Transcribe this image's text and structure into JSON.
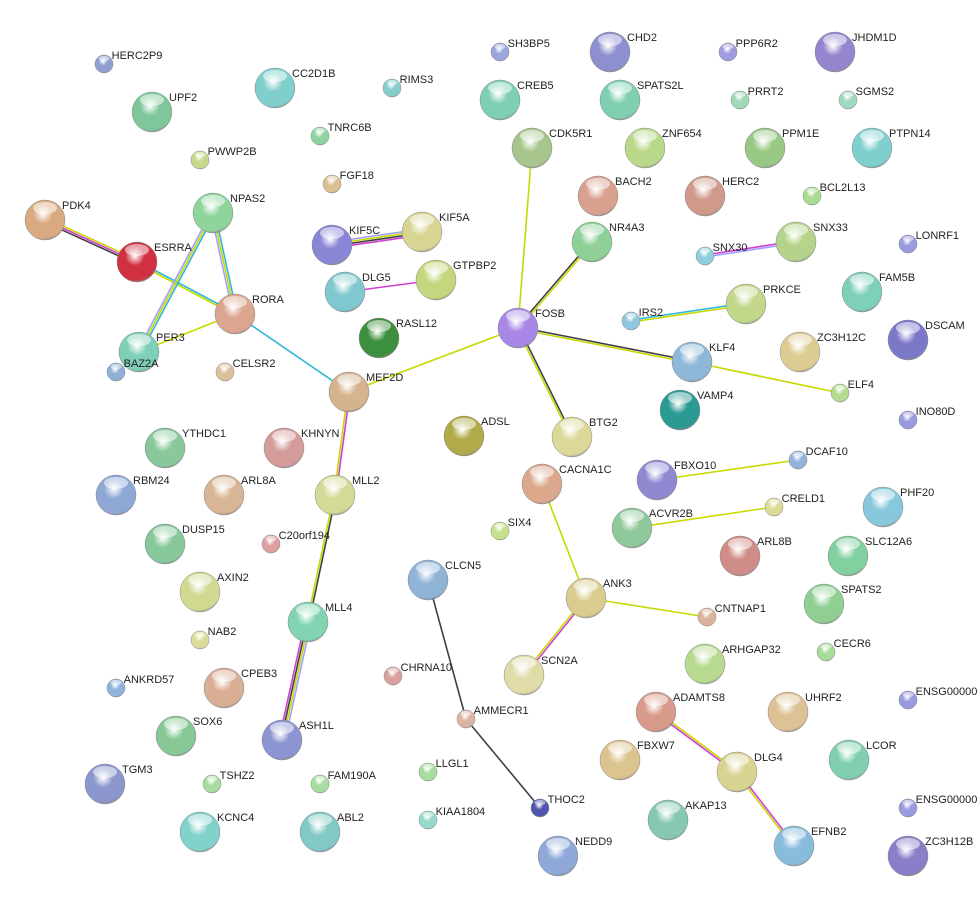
{
  "nodes": [
    {
      "label": "HERC2P9",
      "color": "#8f9fcf"
    },
    {
      "label": "UPF2",
      "color": "#7fc79a"
    },
    {
      "label": "CC2D1B",
      "color": "#7fcfcc"
    },
    {
      "label": "RIMS3",
      "color": "#86cdcc"
    },
    {
      "label": "TNRC6B",
      "color": "#8fd3a0"
    },
    {
      "label": "PWWP2B",
      "color": "#c6da8c"
    },
    {
      "label": "FGF18",
      "color": "#d9c08f"
    },
    {
      "label": "SH3BP5",
      "color": "#9aa6dc"
    },
    {
      "label": "CREB5",
      "color": "#7fcfb2"
    },
    {
      "label": "CHD2",
      "color": "#8d8fd0"
    },
    {
      "label": "SPATS2L",
      "color": "#7fcfb0"
    },
    {
      "label": "PPP6R2",
      "color": "#a09ce0"
    },
    {
      "label": "JHDM1D",
      "color": "#9585cf"
    },
    {
      "label": "PRRT2",
      "color": "#9fd9b5"
    },
    {
      "label": "SGMS2",
      "color": "#9fd9c0"
    },
    {
      "label": "CDK5R1",
      "color": "#a7c58c"
    },
    {
      "label": "ZNF654",
      "color": "#b9d88a"
    },
    {
      "label": "PPM1E",
      "color": "#98c884"
    },
    {
      "label": "PTPN14",
      "color": "#7fcfcc"
    },
    {
      "label": "BACH2",
      "color": "#d8a08f"
    },
    {
      "label": "HERC2",
      "color": "#d09a8a"
    },
    {
      "label": "BCL2L13",
      "color": "#a8dc90"
    },
    {
      "label": "PDK4",
      "color": "#d9a982"
    },
    {
      "label": "ESRRA",
      "color": "#d0303f"
    },
    {
      "label": "NPAS2",
      "color": "#8fd49a"
    },
    {
      "label": "KIF5C",
      "color": "#8a86d6"
    },
    {
      "label": "KIF5A",
      "color": "#d8d592"
    },
    {
      "label": "GTPBP2",
      "color": "#c4d77e"
    },
    {
      "label": "DLG5",
      "color": "#7fc8cf"
    },
    {
      "label": "NR4A3",
      "color": "#8fd098"
    },
    {
      "label": "SNX33",
      "color": "#b5d38a"
    },
    {
      "label": "SNX30",
      "color": "#8fcfdc"
    },
    {
      "label": "LONRF1",
      "color": "#9a9ae0"
    },
    {
      "label": "RORA",
      "color": "#dba58f"
    },
    {
      "label": "PER3",
      "color": "#7fcfb8"
    },
    {
      "label": "RASL12",
      "color": "#3c8f3c"
    },
    {
      "label": "FOSB",
      "color": "#a887e6"
    },
    {
      "label": "IRS2",
      "color": "#8fc8df"
    },
    {
      "label": "PRKCE",
      "color": "#c3d78a"
    },
    {
      "label": "FAM5B",
      "color": "#7fd0bb"
    },
    {
      "label": "DSCAM",
      "color": "#7c78c8"
    },
    {
      "label": "ZC3H12C",
      "color": "#dccb93"
    },
    {
      "label": "KLF4",
      "color": "#8fb8d8"
    },
    {
      "label": "BAZ2A",
      "color": "#8fb1d6"
    },
    {
      "label": "CELSR2",
      "color": "#dcc09a"
    },
    {
      "label": "MEF2D",
      "color": "#d5b38e"
    },
    {
      "label": "ELF4",
      "color": "#b6da90"
    },
    {
      "label": "VAMP4",
      "color": "#2a9a92"
    },
    {
      "label": "ADSL",
      "color": "#b0aa48"
    },
    {
      "label": "BTG2",
      "color": "#dcd898"
    },
    {
      "label": "YTHDC1",
      "color": "#88c89a"
    },
    {
      "label": "KHNYN",
      "color": "#d49c98"
    },
    {
      "label": "INO80D",
      "color": "#9a9ae0"
    },
    {
      "label": "DCAF10",
      "color": "#92b4dc"
    },
    {
      "label": "RBM24",
      "color": "#8fa8d6"
    },
    {
      "label": "ARL8A",
      "color": "#d8b594"
    },
    {
      "label": "MLL2",
      "color": "#d4da96"
    },
    {
      "label": "CACNA1C",
      "color": "#dca88c"
    },
    {
      "label": "FBXO10",
      "color": "#8f89d2"
    },
    {
      "label": "CRELD1",
      "color": "#dcdc98"
    },
    {
      "label": "PHF20",
      "color": "#88c8dc"
    },
    {
      "label": "C20orf194",
      "color": "#e0a0a0"
    },
    {
      "label": "DUSP15",
      "color": "#86c89a"
    },
    {
      "label": "SIX4",
      "color": "#c7e08e"
    },
    {
      "label": "ACVR2B",
      "color": "#8fc89a"
    },
    {
      "label": "ARL8B",
      "color": "#d08d88"
    },
    {
      "label": "SLC12A6",
      "color": "#82cfa0"
    },
    {
      "label": "AXIN2",
      "color": "#d1d890"
    },
    {
      "label": "CLCN5",
      "color": "#8fb4d6"
    },
    {
      "label": "ANK3",
      "color": "#d9cc8f"
    },
    {
      "label": "SPATS2",
      "color": "#8fcf92"
    },
    {
      "label": "MLL4",
      "color": "#82d4b2"
    },
    {
      "label": "CNTNAP1",
      "color": "#dcb29c"
    },
    {
      "label": "NAB2",
      "color": "#dcdc98"
    },
    {
      "label": "ARHGAP32",
      "color": "#b7d990"
    },
    {
      "label": "CECR6",
      "color": "#a8dc98"
    },
    {
      "label": "CHRNA10",
      "color": "#dca0a0"
    },
    {
      "label": "SCN2A",
      "color": "#e0dca8"
    },
    {
      "label": "ANKRD57",
      "color": "#92b4dc"
    },
    {
      "label": "CPEB3",
      "color": "#d9ae94"
    },
    {
      "label": "ADAMTS8",
      "color": "#d89a8a"
    },
    {
      "label": "UHRF2",
      "color": "#dcc294"
    },
    {
      "label": "ENSG00000",
      "color": "#9a9ae0"
    },
    {
      "label": "AMMECR1",
      "color": "#dcb4a4"
    },
    {
      "label": "SOX6",
      "color": "#88c896"
    },
    {
      "label": "ASH1L",
      "color": "#8c94d2"
    },
    {
      "label": "FBXW7",
      "color": "#dcc48f"
    },
    {
      "label": "LCOR",
      "color": "#82cfb0"
    },
    {
      "label": "DLG4",
      "color": "#d9d392"
    },
    {
      "label": "TGM3",
      "color": "#8a96cc"
    },
    {
      "label": "TSHZ2",
      "color": "#a8dca0"
    },
    {
      "label": "FAM190A",
      "color": "#a8dca0"
    },
    {
      "label": "LLGL1",
      "color": "#a8dca0"
    },
    {
      "label": "THOC2",
      "color": "#5056b0"
    },
    {
      "label": "ENSG00000",
      "color": "#9a9ae0"
    },
    {
      "label": "KCNC4",
      "color": "#82d2cc"
    },
    {
      "label": "ABL2",
      "color": "#82c8c4"
    },
    {
      "label": "KIAA1804",
      "color": "#96d8cc"
    },
    {
      "label": "AKAP13",
      "color": "#86c8b4"
    },
    {
      "label": "NEDD9",
      "color": "#8fa8d8"
    },
    {
      "label": "EFNB2",
      "color": "#88bcdc"
    },
    {
      "label": "ZC3H12B",
      "color": "#8a7ec8"
    }
  ],
  "edges": [
    {
      "a": "PDK4",
      "b": "ESRRA",
      "colors": [
        "#c8d800",
        "#d040d0",
        "#404040"
      ]
    },
    {
      "a": "ESRRA",
      "b": "RORA",
      "colors": [
        "#30b8d8",
        "#c8d800"
      ]
    },
    {
      "a": "NPAS2",
      "b": "RORA",
      "colors": [
        "#30b8d8",
        "#c8d800",
        "#a0a0ff"
      ]
    },
    {
      "a": "NPAS2",
      "b": "PER3",
      "colors": [
        "#30b8d8",
        "#c8d800",
        "#a0a0ff"
      ]
    },
    {
      "a": "PER3",
      "b": "RORA",
      "colors": [
        "#c8d800"
      ]
    },
    {
      "a": "RORA",
      "b": "MEF2D",
      "colors": [
        "#30b8d8"
      ]
    },
    {
      "a": "KIF5C",
      "b": "KIF5A",
      "colors": [
        "#a0a0ff",
        "#c8d800",
        "#404040",
        "#d040d0"
      ]
    },
    {
      "a": "DLG5",
      "b": "GTPBP2",
      "colors": [
        "#d040d0"
      ]
    },
    {
      "a": "MEF2D",
      "b": "FOSB",
      "colors": [
        "#c8d800"
      ]
    },
    {
      "a": "MEF2D",
      "b": "MLL2",
      "colors": [
        "#d040d0",
        "#c8d800"
      ]
    },
    {
      "a": "MLL2",
      "b": "MLL4",
      "colors": [
        "#404040",
        "#c8d800"
      ]
    },
    {
      "a": "MLL4",
      "b": "ASH1L",
      "colors": [
        "#a0a0ff",
        "#c8d800",
        "#404040",
        "#d040d0"
      ]
    },
    {
      "a": "FOSB",
      "b": "CDK5R1",
      "colors": [
        "#c8d800"
      ]
    },
    {
      "a": "FOSB",
      "b": "NR4A3",
      "colors": [
        "#404040",
        "#c8d800"
      ]
    },
    {
      "a": "FOSB",
      "b": "BTG2",
      "colors": [
        "#404040",
        "#c8d800"
      ]
    },
    {
      "a": "FOSB",
      "b": "KLF4",
      "colors": [
        "#404040",
        "#c8d800"
      ]
    },
    {
      "a": "KLF4",
      "b": "ELF4",
      "colors": [
        "#c8d800"
      ]
    },
    {
      "a": "SNX30",
      "b": "SNX33",
      "colors": [
        "#d040d0",
        "#a0a0ff"
      ]
    },
    {
      "a": "IRS2",
      "b": "PRKCE",
      "colors": [
        "#30b8d8",
        "#c8d800"
      ]
    },
    {
      "a": "FBXO10",
      "b": "DCAF10",
      "colors": [
        "#c8d800"
      ]
    },
    {
      "a": "ACVR2B",
      "b": "CRELD1",
      "colors": [
        "#c8d800"
      ]
    },
    {
      "a": "CACNA1C",
      "b": "ANK3",
      "colors": [
        "#c8d800"
      ]
    },
    {
      "a": "ANK3",
      "b": "CNTNAP1",
      "colors": [
        "#c8d800"
      ]
    },
    {
      "a": "ANK3",
      "b": "SCN2A",
      "colors": [
        "#d040d0",
        "#c8d800"
      ]
    },
    {
      "a": "CLCN5",
      "b": "AMMECR1",
      "colors": [
        "#404040"
      ]
    },
    {
      "a": "AMMECR1",
      "b": "THOC2",
      "colors": [
        "#404040"
      ]
    },
    {
      "a": "ADAMTS8",
      "b": "DLG4",
      "colors": [
        "#c8d800",
        "#d040d0"
      ]
    },
    {
      "a": "DLG4",
      "b": "EFNB2",
      "colors": [
        "#d040d0",
        "#c8d800"
      ]
    }
  ]
}
